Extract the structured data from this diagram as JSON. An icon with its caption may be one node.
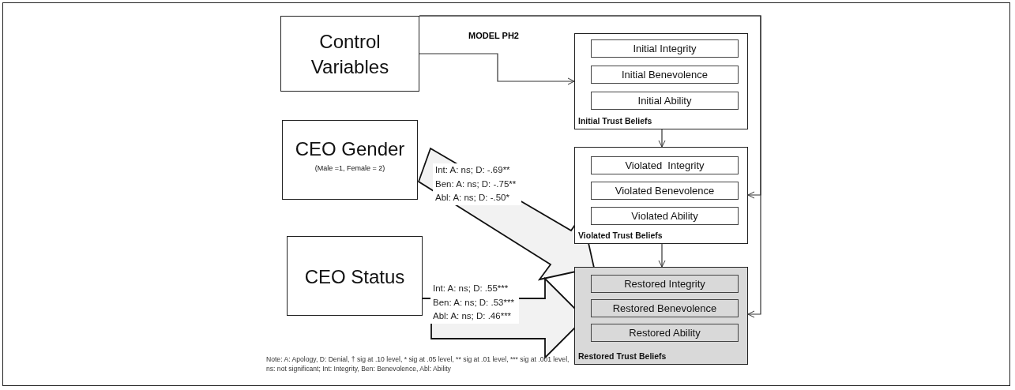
{
  "diagram": {
    "nodes": [
      {
        "text": [
          "Control Variables"
        ]
      },
      {
        "text": [
          "Initial Trust Beliefs"
        ]
      },
      {
        "text": [
          "Initial Integrity"
        ],
        "in": 1
      },
      {
        "text": [
          "Initial Benevolence"
        ],
        "in": 1
      },
      {
        "text": [
          "Initial Ability"
        ],
        "in": 1
      },
      {
        "text": [
          "Violated Trust Beliefs"
        ]
      },
      {
        "text": [
          "Violated  Integrity"
        ],
        "in": 5
      },
      {
        "text": [
          "Violated Benevolence"
        ],
        "in": 5
      },
      {
        "text": [
          "Violated Ability"
        ],
        "in": 5
      },
      {
        "text": [
          "Restored Trust Beliefs"
        ]
      },
      {
        "text": [
          "Restored Integrity"
        ],
        "in": 9
      },
      {
        "text": [
          "Restored Benevolence"
        ],
        "in": 9
      },
      {
        "text": [
          "Restored Ability"
        ],
        "in": 9
      },
      {
        "text": [
          "CEO Gender",
          "(Male =1, Female = 2)"
        ]
      },
      {
        "text": [
          "CEO Status"
        ]
      }
    ],
    "edges": [
      {
        "from": 0,
        "to": 1,
        "arrow": "to"
      },
      {
        "from": 1,
        "to": 5,
        "arrow": "to"
      },
      {
        "from": 5,
        "to": 9,
        "arrow": "to"
      },
      {
        "from": 0,
        "to": 5,
        "arrow": "to"
      },
      {
        "from": 0,
        "to": 9,
        "arrow": "to"
      },
      {
        "from": 13,
        "to": 9,
        "arrow": "to",
        "style": "thick",
        "label": "Int: A: ns; D: -.69** Ben: A: ns; D: -.75** Abl: A: ns; D: -.50*"
      },
      {
        "from": 14,
        "to": 9,
        "arrow": "to",
        "style": "thick",
        "label": "Int: A: ns; D: .55*** Ben: A: ns; D: .53*** Abl: A: ns; D: .46***"
      }
    ],
    "labels": [
      "MODEL PH2",
      "Note: A: Apology, D: Denial, † sig at .10 level, * sig at .05 level, ** sig at .01 level, *** sig at .001 level, ns: not significant; Int: Integrity, Ben: Benevolence, Abl: Ability"
    ]
  }
}
